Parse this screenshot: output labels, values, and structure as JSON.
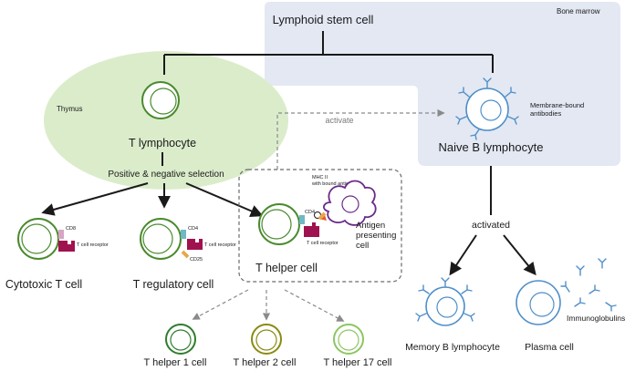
{
  "colors": {
    "thymus_fill": "#dbeccb",
    "bone_marrow_fill": "#e3e8f3",
    "t_cell_green": "#4a8a2e",
    "b_cell_blue": "#4f8fc9",
    "receptor": "#a0124f",
    "antigen_cell_purple": "#6a2a8a",
    "th1": "#2f7d2f",
    "th2": "#8a8a14",
    "th17": "#8dc663",
    "dashed_arrow": "#8a8a8a",
    "cd25": "#e8a84a",
    "cd4": "#6fb8c4",
    "cd8": "#d5a6c4",
    "mhc": "#e85b2a"
  },
  "regions": {
    "bone_marrow": "Bone marrow",
    "thymus": "Thymus"
  },
  "nodes": {
    "lymphoid_stem_cell": "Lymphoid stem cell",
    "t_lymphocyte": "T lymphocyte",
    "selection": "Positive & negative selection",
    "naive_b": "Naive B lymphocyte",
    "membrane_antibodies": [
      "Membrane-bound",
      "antibodies"
    ],
    "activate": "activate",
    "activated": "activated",
    "cytotoxic": "Cytotoxic T cell",
    "regulatory": "T regulatory cell",
    "helper": "T helper cell",
    "memory_b": "Memory B lymphocyte",
    "plasma": "Plasma cell",
    "immunoglobulins": "Immunoglobulins",
    "th1": "T helper 1 cell",
    "th2": "T helper 2 cell",
    "th17": "T helper 17 cell"
  },
  "markers": {
    "cd8": "CD8",
    "cd4": "CD4",
    "cd25": "CD25",
    "t_cell_receptor": "T cell receptor",
    "mhc": [
      "MHC II",
      "with bound antigen"
    ],
    "antigen_presenting": [
      "Antigen",
      "presenting",
      "cell"
    ]
  },
  "icons": [
    "t-cell-icon",
    "b-cell-icon",
    "antibody-icon",
    "antigen-presenting-cell-icon"
  ]
}
